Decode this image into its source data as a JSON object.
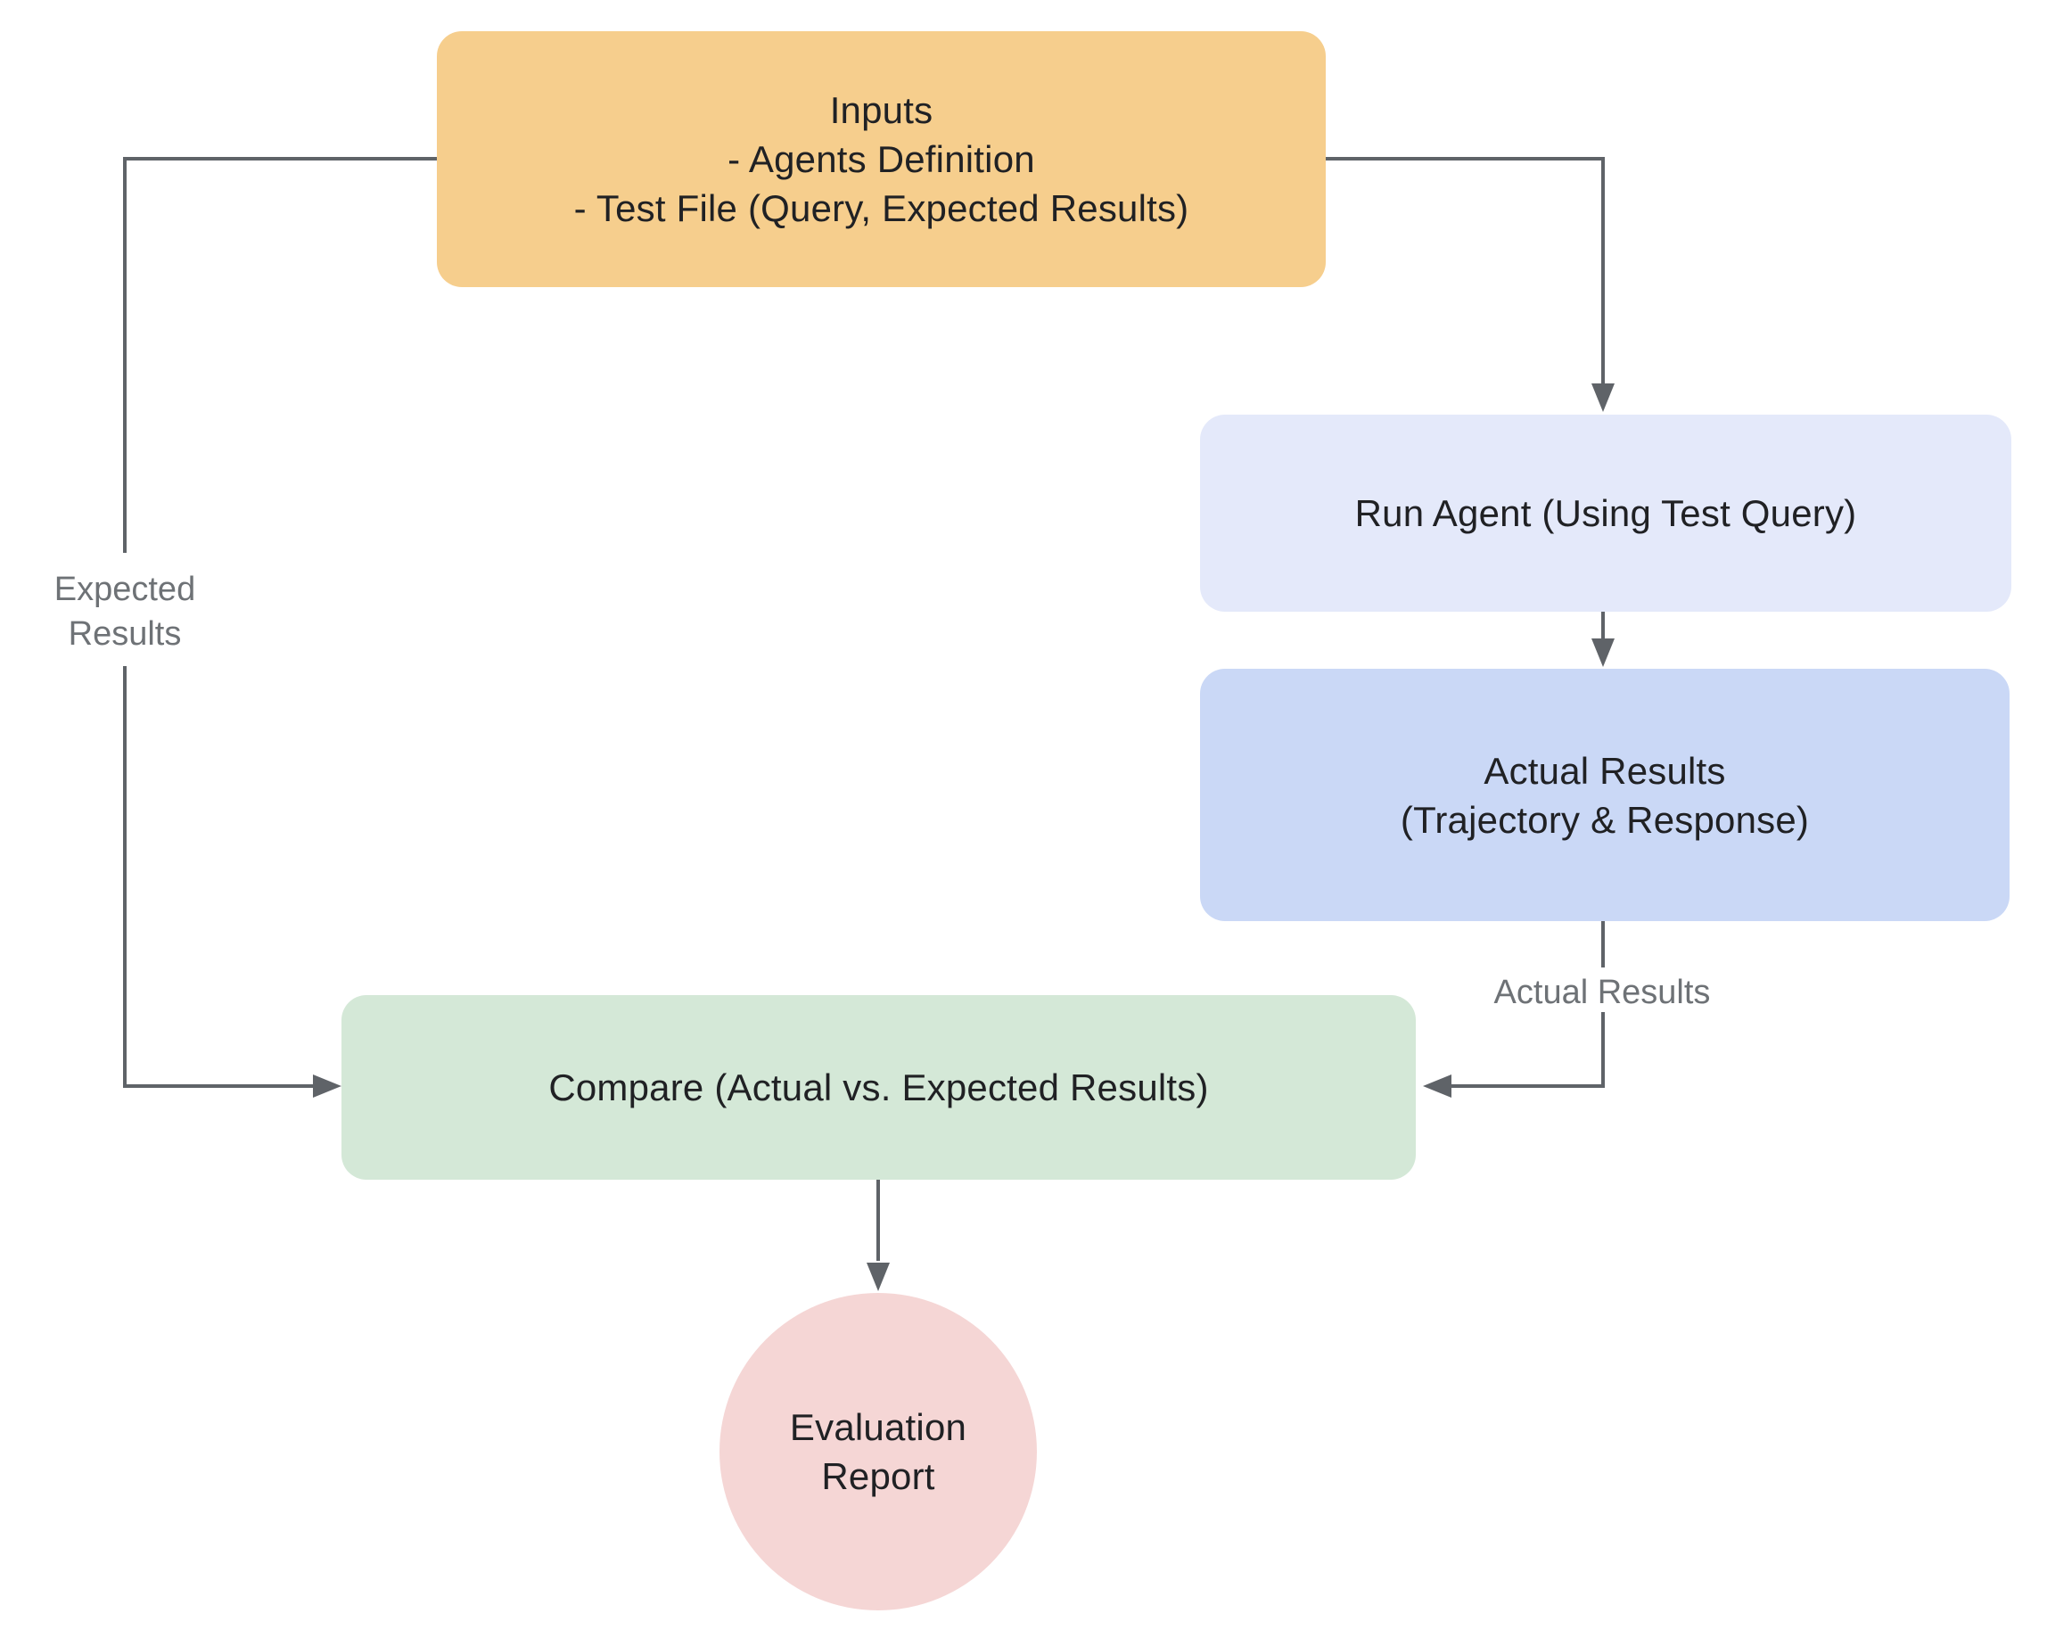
{
  "diagram": {
    "title_none_visible": "",
    "nodes": {
      "inputs": {
        "title": "Inputs",
        "bullet1": "- Agents Definition",
        "bullet2": "- Test File (Query, Expected Results)",
        "color": "#F6CE8D"
      },
      "run_agent": {
        "label": "Run Agent (Using Test Query)",
        "color": "#E4E9FA"
      },
      "actual_results": {
        "line1": "Actual Results",
        "line2": "(Trajectory & Response)",
        "color": "#CAD8F6"
      },
      "compare": {
        "label": "Compare (Actual vs. Expected Results)",
        "color": "#D4E8D7"
      },
      "evaluation_report": {
        "line1": "Evaluation",
        "line2": "Report",
        "color": "#F5D6D5"
      }
    },
    "edge_labels": {
      "expected_results": {
        "line1": "Expected",
        "line2": "Results"
      },
      "actual_results": {
        "label": "Actual Results"
      }
    },
    "edges": [
      {
        "from": "inputs",
        "to": "compare",
        "label": "Expected Results"
      },
      {
        "from": "inputs",
        "to": "run_agent",
        "label": ""
      },
      {
        "from": "run_agent",
        "to": "actual_results",
        "label": ""
      },
      {
        "from": "actual_results",
        "to": "compare",
        "label": "Actual Results"
      },
      {
        "from": "compare",
        "to": "evaluation_report",
        "label": ""
      }
    ],
    "colors": {
      "background": "#FFFFFF",
      "edge": "#5F6368",
      "edge_label_text": "#6E7276",
      "node_text": "#202124"
    }
  }
}
